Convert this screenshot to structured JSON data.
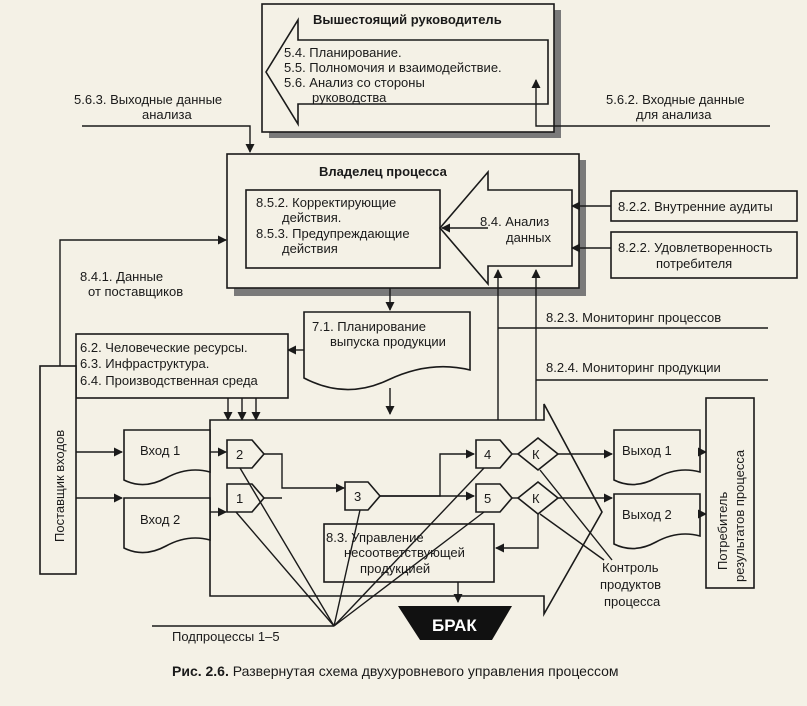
{
  "senior_manager": {
    "title": "Вышестоящий руководитель",
    "items": [
      "5.4. Планирование.",
      "5.5. Полномочия и взаимодействие.",
      "5.6. Анализ со стороны",
      "руководства"
    ]
  },
  "output_analysis": [
    "5.6.3. Выходные данные",
    "анализа"
  ],
  "input_analysis": [
    "5.6.2. Входные данные",
    "для анализа"
  ],
  "process_owner": {
    "title": "Владелец процесса",
    "actions": [
      "8.5.2. Корректирующие",
      "действия.",
      "8.5.3. Предупреждающие",
      "действия"
    ],
    "analysis": [
      "8.4. Анализ",
      "данных"
    ]
  },
  "internal_audits": "8.2.2. Внутренние аудиты",
  "customer_satisfaction": [
    "8.2.2. Удовлетворенность",
    "потребителя"
  ],
  "supplier_data": [
    "8.4.1. Данные",
    "от поставщиков"
  ],
  "planning": [
    "7.1. Планирование",
    "выпуска продукции"
  ],
  "process_monitoring": "8.2.3. Мониторинг процессов",
  "product_monitoring": "8.2.4. Мониторинг продукции",
  "resources": [
    "6.2. Человеческие ресурсы.",
    "6.3. Инфраструктура.",
    "6.4. Производственная среда"
  ],
  "input_supplier": "Поставщик входов",
  "input1": "Вход 1",
  "input2": "Вход 2",
  "output1": "Выход 1",
  "output2": "Выход 2",
  "consumer": [
    "Потребитель",
    "результатов процесса"
  ],
  "subprocesses": [
    "2",
    "1",
    "3",
    "4",
    "5"
  ],
  "control_marks": [
    "К",
    "К"
  ],
  "nonconforming": [
    "8.3. Управление",
    "несоответствующей",
    "продукцией"
  ],
  "product_control": [
    "Контроль",
    "продуктов",
    "процесса"
  ],
  "reject": "БРАК",
  "subprocess_label": "Подпроцессы 1–5",
  "caption_prefix": "Рис. 2.6.",
  "caption_text": " Развернутая схема двухуровневого управления процессом"
}
